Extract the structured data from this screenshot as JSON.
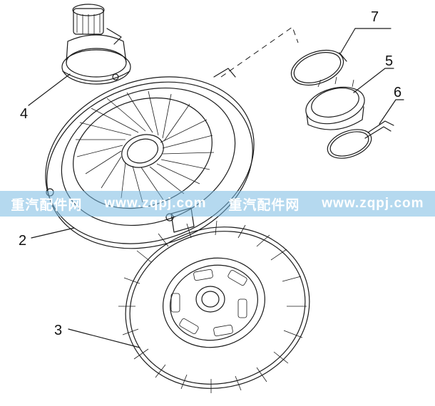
{
  "diagram": {
    "labels": [
      {
        "id": "label-4",
        "text": "4"
      },
      {
        "id": "label-7",
        "text": "7"
      },
      {
        "id": "label-5",
        "text": "5"
      },
      {
        "id": "label-6",
        "text": "6"
      },
      {
        "id": "label-2",
        "text": "2"
      },
      {
        "id": "label-3",
        "text": "3"
      }
    ]
  },
  "watermark": {
    "text_1": "重汽配件网",
    "text_2": "www.zqpj.com",
    "text_3": "重汽配件网",
    "text_4": "www.zqpj.com"
  },
  "colors": {
    "ink": "#1a1a1a",
    "watermark_band": "#78b9e1",
    "watermark_text": "#ffffff"
  }
}
